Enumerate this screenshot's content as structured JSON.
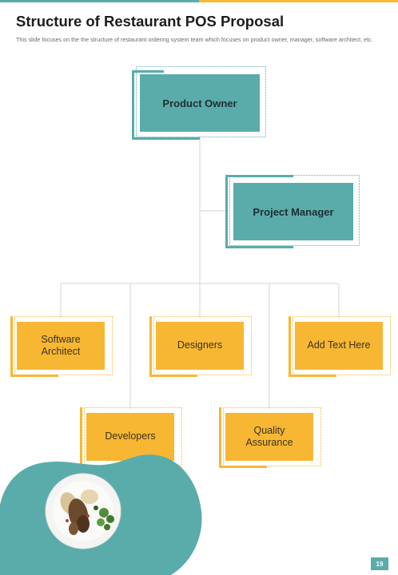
{
  "header": {
    "title": "Structure of Restaurant POS Proposal",
    "subtitle": "This slide focuses on the the structure of restaurant ordering system team which focuses on product owner, manager, software architect, etc."
  },
  "org_chart": {
    "root": "Product Owner",
    "manager": "Project Manager",
    "level3": [
      "Software Architect",
      "Designers",
      "Add Text Here"
    ],
    "level4": [
      "Developers",
      "Quality Assurance"
    ]
  },
  "footer": {
    "page_number": "19"
  },
  "colors": {
    "teal": "#5aacab",
    "yellow": "#f7b733",
    "connector": "#d4d4d4"
  }
}
